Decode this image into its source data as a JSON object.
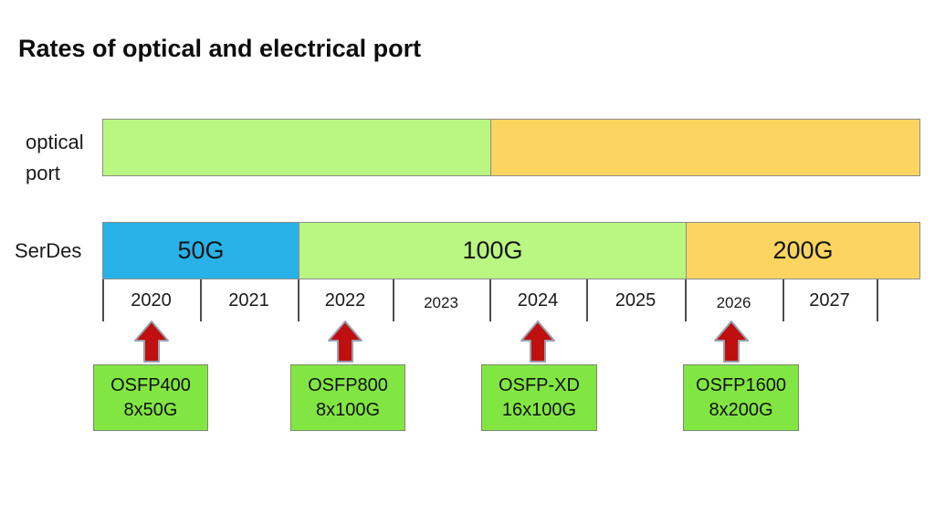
{
  "title": "Rates of optical and electrical port",
  "rows": {
    "optical": {
      "label_line1": "optical",
      "label_line2": "port",
      "segments": [
        {
          "name": "optical-segment-1",
          "color": "#b9f782",
          "label": ""
        },
        {
          "name": "optical-segment-2",
          "color": "#fbd560",
          "label": ""
        }
      ]
    },
    "serdes": {
      "label": "SerDes",
      "segments": [
        {
          "label": "50G",
          "color": "#29b2e8"
        },
        {
          "label": "100G",
          "color": "#b9f782"
        },
        {
          "label": "200G",
          "color": "#fbd560"
        }
      ]
    }
  },
  "timeline": {
    "years": [
      "2020",
      "2021",
      "2022",
      "2023",
      "2024",
      "2025",
      "2026",
      "2027"
    ]
  },
  "modules": [
    {
      "name": "OSFP400",
      "lanes": "8x50G",
      "year": "2020"
    },
    {
      "name": "OSFP800",
      "lanes": "8x100G",
      "year": "2022"
    },
    {
      "name": "OSFP-XD",
      "lanes": "16x100G",
      "year": "2024"
    },
    {
      "name": "OSFP1600",
      "lanes": "8x200G",
      "year": "2026"
    }
  ],
  "colors": {
    "bar_blue": "#29b2e8",
    "bar_green": "#b9f782",
    "bar_orange": "#fbd560",
    "module_green": "#82e642",
    "arrow_red": "#c00f0f",
    "arrow_outline": "#97a0b0",
    "border_gray": "#8c8c8c"
  }
}
